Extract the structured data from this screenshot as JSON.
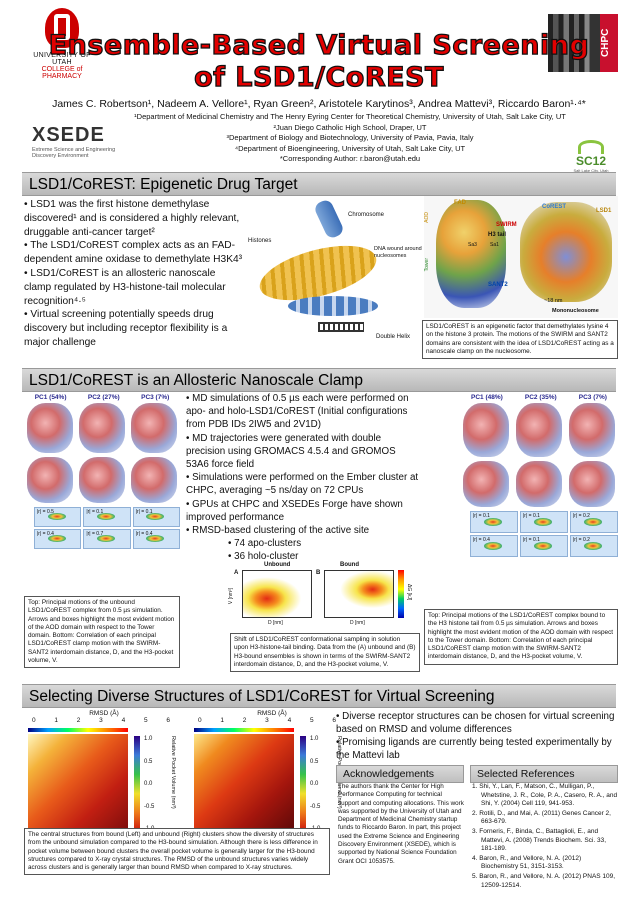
{
  "header": {
    "title_line1": "Ensemble-Based Virtual Screening",
    "title_line2": "of LSD1/CoREST",
    "authors": "James C. Robertson¹, Nadeem A. Vellore¹, Ryan Green², Aristotele Karytinos³, Andrea Mattevi³, Riccardo Baron¹·⁴*",
    "affiliations": [
      "¹Department of Medicinal Chemistry and The Henry Eyring Center for Theoretical Chemistry, University of Utah, Salt Lake City, UT",
      "²Juan Diego Catholic High School, Draper, UT",
      "³Department of Biology and Biotechnology, University of Pavia, Pavia, Italy",
      "⁴Department of Bioengineering, University of Utah, Salt Lake City, UT",
      "*Corresponding Author:  r.baron@utah.edu"
    ],
    "logos": {
      "utah_line1": "UNIVERSITY OF UTAH",
      "utah_line2": "COLLEGE of PHARMACY",
      "xsede": "XSEDE",
      "xsede_sub1": "Extreme Science and Engineering",
      "xsede_sub2": "Discovery Environment",
      "chpc": "CHPC",
      "sc12": "SC12",
      "sc12_sub": "Salt Lake City, Utah"
    }
  },
  "section1": {
    "heading": "LSD1/CoREST:  Epigenetic Drug Target",
    "bullets": [
      "• LSD1 was the first histone demethylase discovered¹ and is considered a highly relevant, druggable anti-cancer target²",
      "• The LSD1/CoREST complex acts as an FAD-dependent amine oxidase to demethylate H3K4³",
      "• LSD1/CoREST is an allosteric nanoscale clamp regulated by H3-histone-tail molecular recognition⁴·⁵",
      "• Virtual screening potentially speeds drug discovery but including receptor flexibility is a major challenge"
    ],
    "figure_labels": {
      "chromosome": "Chromosome",
      "histones": "Histones",
      "dna": "DNA wound around nucleosomes",
      "helix": "Double Helix"
    },
    "structure_labels": {
      "fad": "FAD",
      "swirm": "SWIRM",
      "h3tail": "H3 tail",
      "santtwo": "SANT2",
      "tower": "Tower",
      "aod": "AOD",
      "scale": "~18 nm",
      "mono": "Mononucleosome",
      "corest": "CoREST",
      "lsd1": "LSD1",
      "sa3": "Sa3",
      "sa1": "Sa1"
    },
    "caption": "LSD1/CoREST is an epigenetic factor that demethylates lysine 4 on the histone 3 protein.  The motions of the SWIRM and SANT2 domains are consistent with the idea of LSD1/CoREST acting as a nanoscale clamp on the nucleosome."
  },
  "section2": {
    "heading": "LSD1/CoREST is an Allosteric Nanoscale Clamp",
    "bullets": [
      "• MD simulations of 0.5 µs each were performed on apo- and holo-LSD1/CoREST (Initial configurations from PDB IDs 2IW5 and 2V1D)",
      "• MD trajectories were generated with double precision  using GROMACS 4.5.4 and GROMOS 53A6 force field",
      "• Simulations were performed on the Ember cluster at CHPC, averaging ~5 ns/day on 72 CPUs",
      "• GPUs at CHPC and XSEDEs Forge have shown improved performance",
      "• RMSD-based clustering of the active site"
    ],
    "sub_bullets": [
      "• 74 apo-clusters",
      "• 36 holo-cluster"
    ],
    "left_pcs": [
      "PC1 (54%)",
      "PC2 (27%)",
      "PC3 (7%)"
    ],
    "right_pcs": [
      "PC1 (48%)",
      "PC2 (35%)",
      "PC3 (7%)"
    ],
    "left_r": [
      "|r| = 0.5",
      "|r| = 0.1",
      "|r| = 0.1",
      "|r| = 0.4",
      "|r| = 0.7",
      "|r| = 0.4"
    ],
    "right_r": [
      "|r| = 0.1",
      "|r| = 0.1",
      "|r| = 0.2",
      "|r| = 0.4",
      "|r| = 0.1",
      "|r| = 0.2"
    ],
    "fel_labels": {
      "unbound": "Unbound",
      "bound": "Bound",
      "a": "A",
      "b": "B",
      "xlabel": "D [nm]",
      "ylabel": "V [nm³]",
      "zlabel": "ΔG [kJ]"
    },
    "caption_left": "Top:  Principal motions of the unbound LSD1/CoREST complex from 0.5 µs simulation. Arrows and boxes highlight the most evident motion of the AOD domain with respect to the Tower domain.  Bottom: Correlation of each principal LSD1/CoREST clamp motion with the SWIRM-SANT2 interdomain distance, D, and the H3-pocket volume, V.",
    "caption_mid": "Shift of LSD1/CoREST conformational sampling in solution upon H3-histone-tail binding.  Data from the (A) unbound and (B) H3-bound ensembles is shown in terms of the SWIRM-SANT2 interdomain distance, D, and the H3-pocket volume, V.",
    "caption_right": "Top:  Principal motions of the LSD1/CoREST complex bound to the H3 histone tail from 0.5 µs simulation.  Arrows and boxes highlight the most evident motion of the AOD domain with respect to the Tower domain.  Bottom: Correlation of each principal LSD1/CoREST clamp motion with the SWIRM-SANT2 interdomain distance, D, and the H3-pocket volume, V."
  },
  "section3": {
    "heading": "Selecting Diverse Structures of LSD1/CoREST for Virtual Screening",
    "rmsd_label": "RMSD (Å)",
    "rmsd_ticks": [
      "0",
      "1",
      "2",
      "3",
      "4",
      "5",
      "6"
    ],
    "cb_ticks": [
      "1.0",
      "0.5",
      "0.0",
      "-0.5",
      "-1.0"
    ],
    "cb_label": "Relative Pocket Volume (nm³)",
    "caption": "The central structures from bound (Left) and unbound (Right) clusters show the diversity of structures from the unbound simulation compared to the H3-bound simulation.  Although there is less difference in pocket volume between bound clusters the overall pocket volume is generally larger for the H3-bound structures compared to X-ray crystal structures.  The RMSD of the unbound structures varies widely across clusters and is generally larger than bound RMSD when compared to X-ray structures.",
    "bullets": [
      "• Diverse receptor structures can be chosen for virtual screening based on RMSD and volume differences",
      "• Promising ligands are currently being tested experimentally by the Mattevi lab"
    ],
    "ack_title": "Acknowledgements",
    "ack_text": "The authors thank the Center for High Performance Computing for technical support and computing allocations. This work was supported by the University of Utah and Department of Medicinal Chemistry startup funds to Riccardo Baron. In part, this project used the Extreme Science and Engineering Discovery Environment (XSEDE), which is supported by National Science Foundation Grant OCI 1053575.",
    "refs_title": "Selected References",
    "refs": [
      "1.  Shi, Y., Lan, F., Matson, C., Mulligan, P., Whetstine, J. R., Cole, P. A., Casero, R. A., and Shi, Y. (2004) Cell 119, 941-953.",
      "2.  Rotili, D., and Mai, A. (2011) Genes Cancer 2, 663-679.",
      "3.  Forneris, F., Binda, C., Battaglioli, E., and Mattevi, A. (2008) Trends Biochem. Sci. 33, 181-189.",
      "4.  Baron, R., and Vellore, N. A. (2012) Biochemistry 51, 3151-3153.",
      "5.  Baron, R., and Vellore, N. A. (2012) PNAS 109, 12509-12514."
    ]
  },
  "colors": {
    "title_red": "#e20000",
    "band_gray": "#c8c8c8",
    "utah_red": "#cc0000",
    "chpc_red": "#c8102e"
  }
}
